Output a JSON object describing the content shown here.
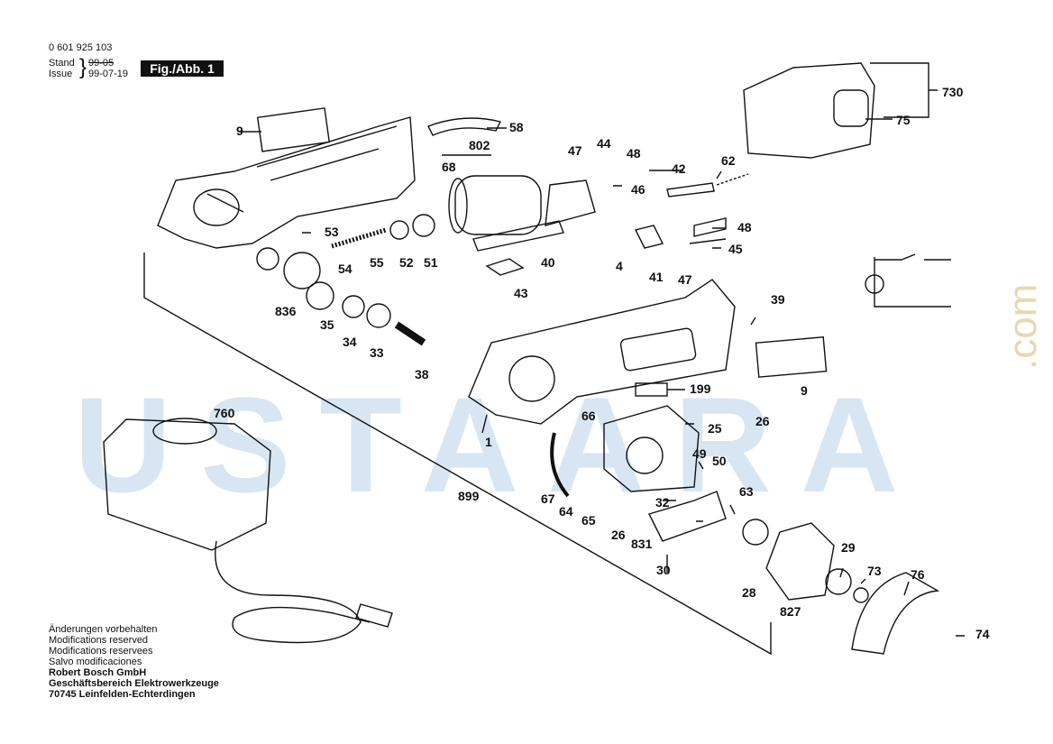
{
  "header": {
    "doc_number": "0 601 925 103",
    "stand_label": "Stand",
    "issue_label": "Issue",
    "old_date": "99-05",
    "date": "99-07-19",
    "figure_tag": "Fig./Abb. 1"
  },
  "footer": {
    "lines": [
      "Änderungen vorbehalten",
      "Modifications reserved",
      "Modifications reservees",
      "Salvo modificaciones"
    ],
    "company": [
      "Robert Bosch GmbH",
      "Geschäftsbereich Elektrowerkzeuge",
      "70745 Leinfelden-Echterdingen"
    ]
  },
  "watermark": {
    "text": "USTAARA",
    "suffix": ".com"
  },
  "parts": [
    "9",
    "58",
    "802",
    "68",
    "47",
    "44",
    "48",
    "46",
    "42",
    "62",
    "730",
    "75",
    "53",
    "54",
    "55",
    "52",
    "51",
    "40",
    "43",
    "4",
    "41",
    "48",
    "45",
    "47",
    "836",
    "35",
    "34",
    "33",
    "38",
    "39",
    "199",
    "9",
    "26",
    "1",
    "760",
    "66",
    "25",
    "49",
    "50",
    "67",
    "64",
    "65",
    "32",
    "63",
    "899",
    "26",
    "831",
    "30",
    "28",
    "29",
    "73",
    "827",
    "76",
    "74"
  ],
  "schematic": {
    "switch_mark": "!",
    "minus": "–",
    "plus": "+"
  }
}
